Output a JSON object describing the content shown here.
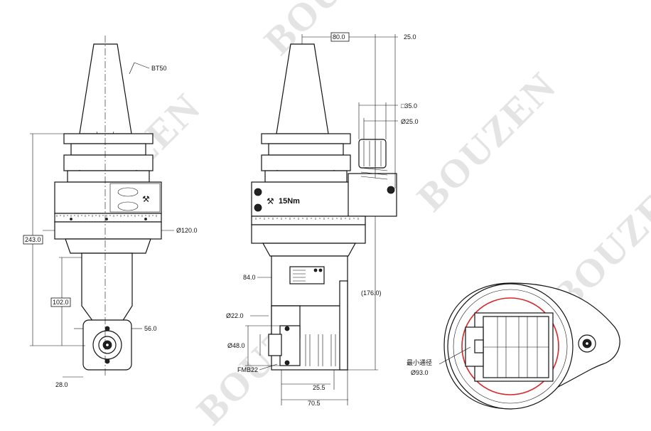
{
  "watermark": {
    "text": "BOUZEN"
  },
  "left_view": {
    "taper": "BT50",
    "total_height": "243.0",
    "body_diameter": "Ø120.0",
    "arm_height": "102.0",
    "head_width": "56.0",
    "bottom_offset": "28.0"
  },
  "middle_view": {
    "width_top": "80.0",
    "offset_top": "25.0",
    "square": "□35.0",
    "shank_diameter": "Ø25.0",
    "torque": "15Nm",
    "left_offset": "84.0",
    "height_bracket": "(176.0)",
    "hole_small": "Ø22.0",
    "hole_large": "Ø48.0",
    "thread": "FMB22",
    "width_bottom_a": "25.5",
    "width_bottom_b": "70.5"
  },
  "right_view": {
    "min_bore_label": "最小通径",
    "min_bore_value": "Ø93.0"
  },
  "colors": {
    "line": "#111111",
    "highlight": "#d9262b",
    "watermark": "#e4e4e4"
  }
}
